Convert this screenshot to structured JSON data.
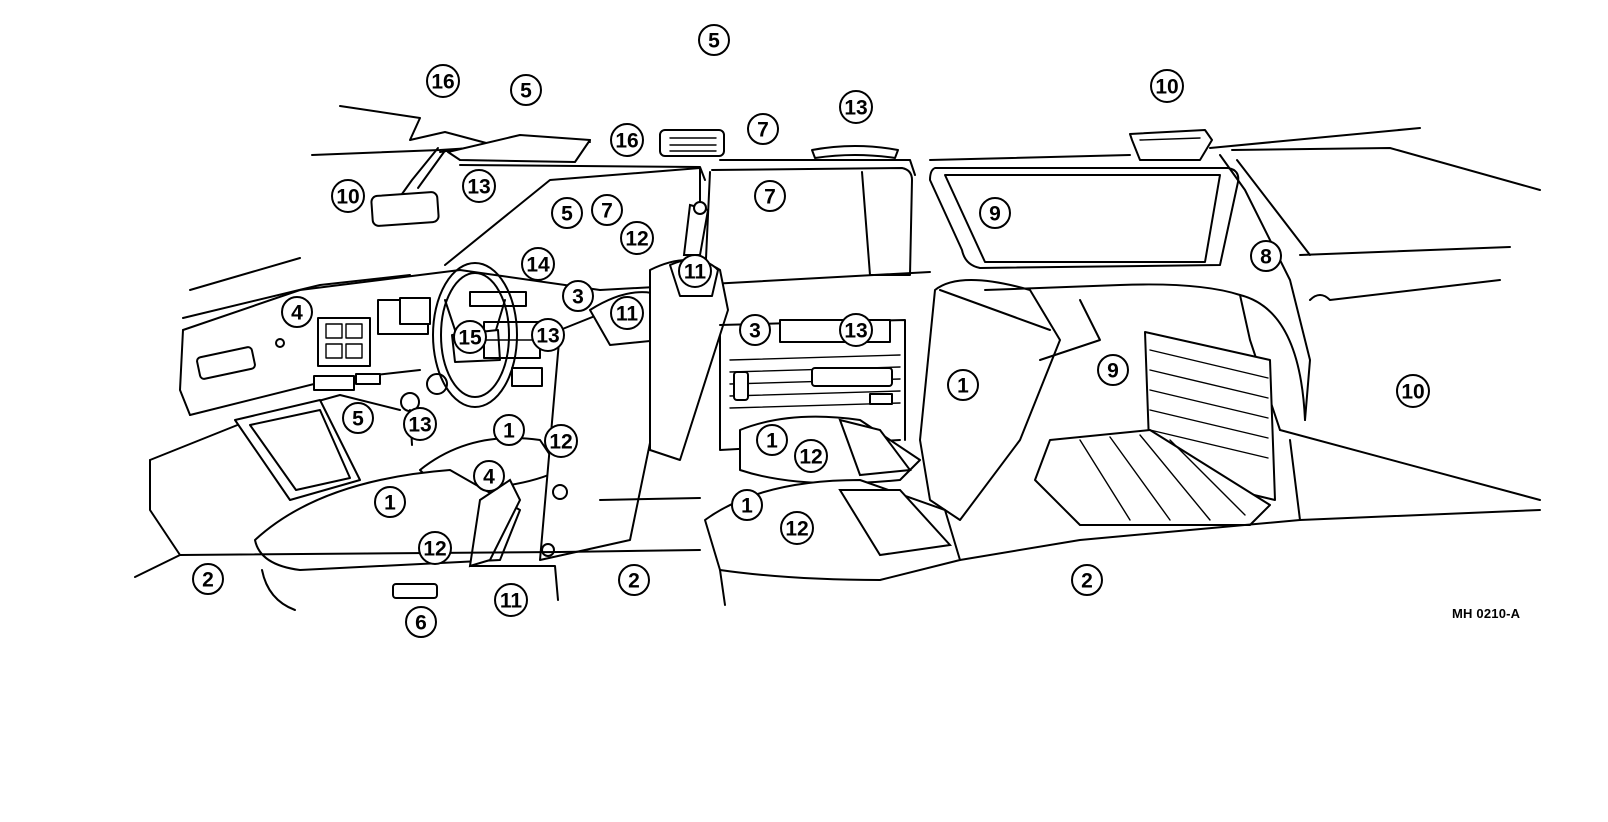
{
  "figure_code": "MH 0210-A",
  "callouts": [
    {
      "num": "5"
    },
    {
      "num": "16"
    },
    {
      "num": "5"
    },
    {
      "num": "16"
    },
    {
      "num": "7"
    },
    {
      "num": "13"
    },
    {
      "num": "10"
    },
    {
      "num": "10"
    },
    {
      "num": "13"
    },
    {
      "num": "5"
    },
    {
      "num": "7"
    },
    {
      "num": "7"
    },
    {
      "num": "9"
    },
    {
      "num": "12"
    },
    {
      "num": "14"
    },
    {
      "num": "11"
    },
    {
      "num": "8"
    },
    {
      "num": "3"
    },
    {
      "num": "4"
    },
    {
      "num": "11"
    },
    {
      "num": "3"
    },
    {
      "num": "13"
    },
    {
      "num": "15"
    },
    {
      "num": "13"
    },
    {
      "num": "1"
    },
    {
      "num": "9"
    },
    {
      "num": "10"
    },
    {
      "num": "5"
    },
    {
      "num": "13"
    },
    {
      "num": "1"
    },
    {
      "num": "1"
    },
    {
      "num": "12"
    },
    {
      "num": "12"
    },
    {
      "num": "4"
    },
    {
      "num": "1"
    },
    {
      "num": "1"
    },
    {
      "num": "12"
    },
    {
      "num": "12"
    },
    {
      "num": "2"
    },
    {
      "num": "2"
    },
    {
      "num": "2"
    },
    {
      "num": "11"
    },
    {
      "num": "6"
    }
  ]
}
